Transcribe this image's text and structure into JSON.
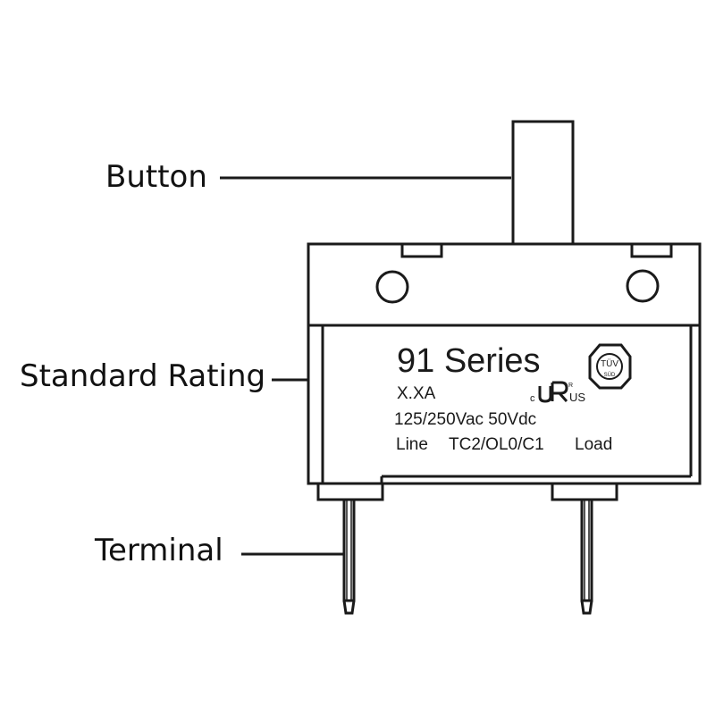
{
  "callouts": {
    "button": "Button",
    "rating": "Standard Rating",
    "terminal": "Terminal"
  },
  "switch_markings": {
    "series": "91 Series",
    "current": "X.XA",
    "voltage": "125/250Vac 50Vdc",
    "line": "Line",
    "circuit": "TC2/OL0/C1",
    "load": "Load"
  },
  "certifications": {
    "tuv_top": "TÜV",
    "tuv_bottom": "SÜD",
    "ul_c": "c",
    "ul_mark": "R",
    "ul_us": "US"
  },
  "colors": {
    "line": "#1a1a1a",
    "background": "#ffffff"
  }
}
